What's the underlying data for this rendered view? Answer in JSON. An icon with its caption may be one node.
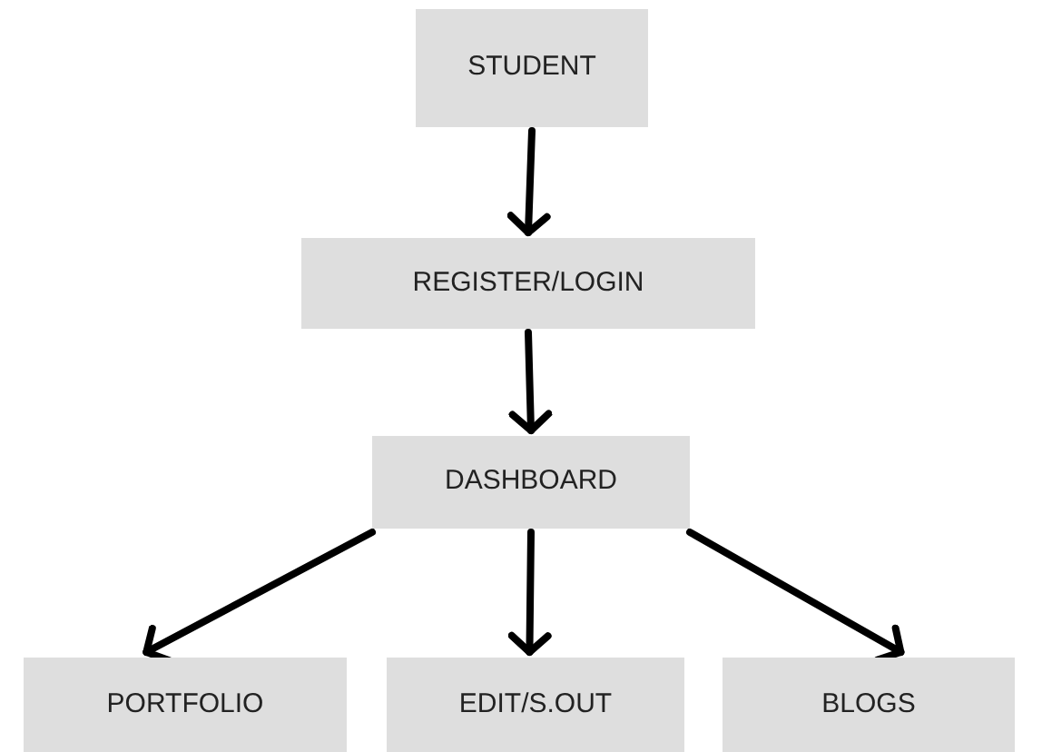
{
  "diagram": {
    "nodes": [
      {
        "text": [
          "STUDENT"
        ]
      },
      {
        "text": [
          "REGISTER/LOGIN"
        ]
      },
      {
        "text": [
          "DASHBOARD"
        ]
      },
      {
        "text": [
          "PORTFOLIO"
        ]
      },
      {
        "text": [
          "EDIT/S.OUT"
        ]
      },
      {
        "text": [
          "BLOGS"
        ]
      }
    ],
    "edges": [
      {
        "from": 0,
        "to": 1,
        "arrow": "to"
      },
      {
        "from": 1,
        "to": 2,
        "arrow": "to"
      },
      {
        "from": 2,
        "to": 3,
        "arrow": "to"
      },
      {
        "from": 2,
        "to": 4,
        "arrow": "to"
      },
      {
        "from": 2,
        "to": 5,
        "arrow": "to"
      }
    ]
  }
}
